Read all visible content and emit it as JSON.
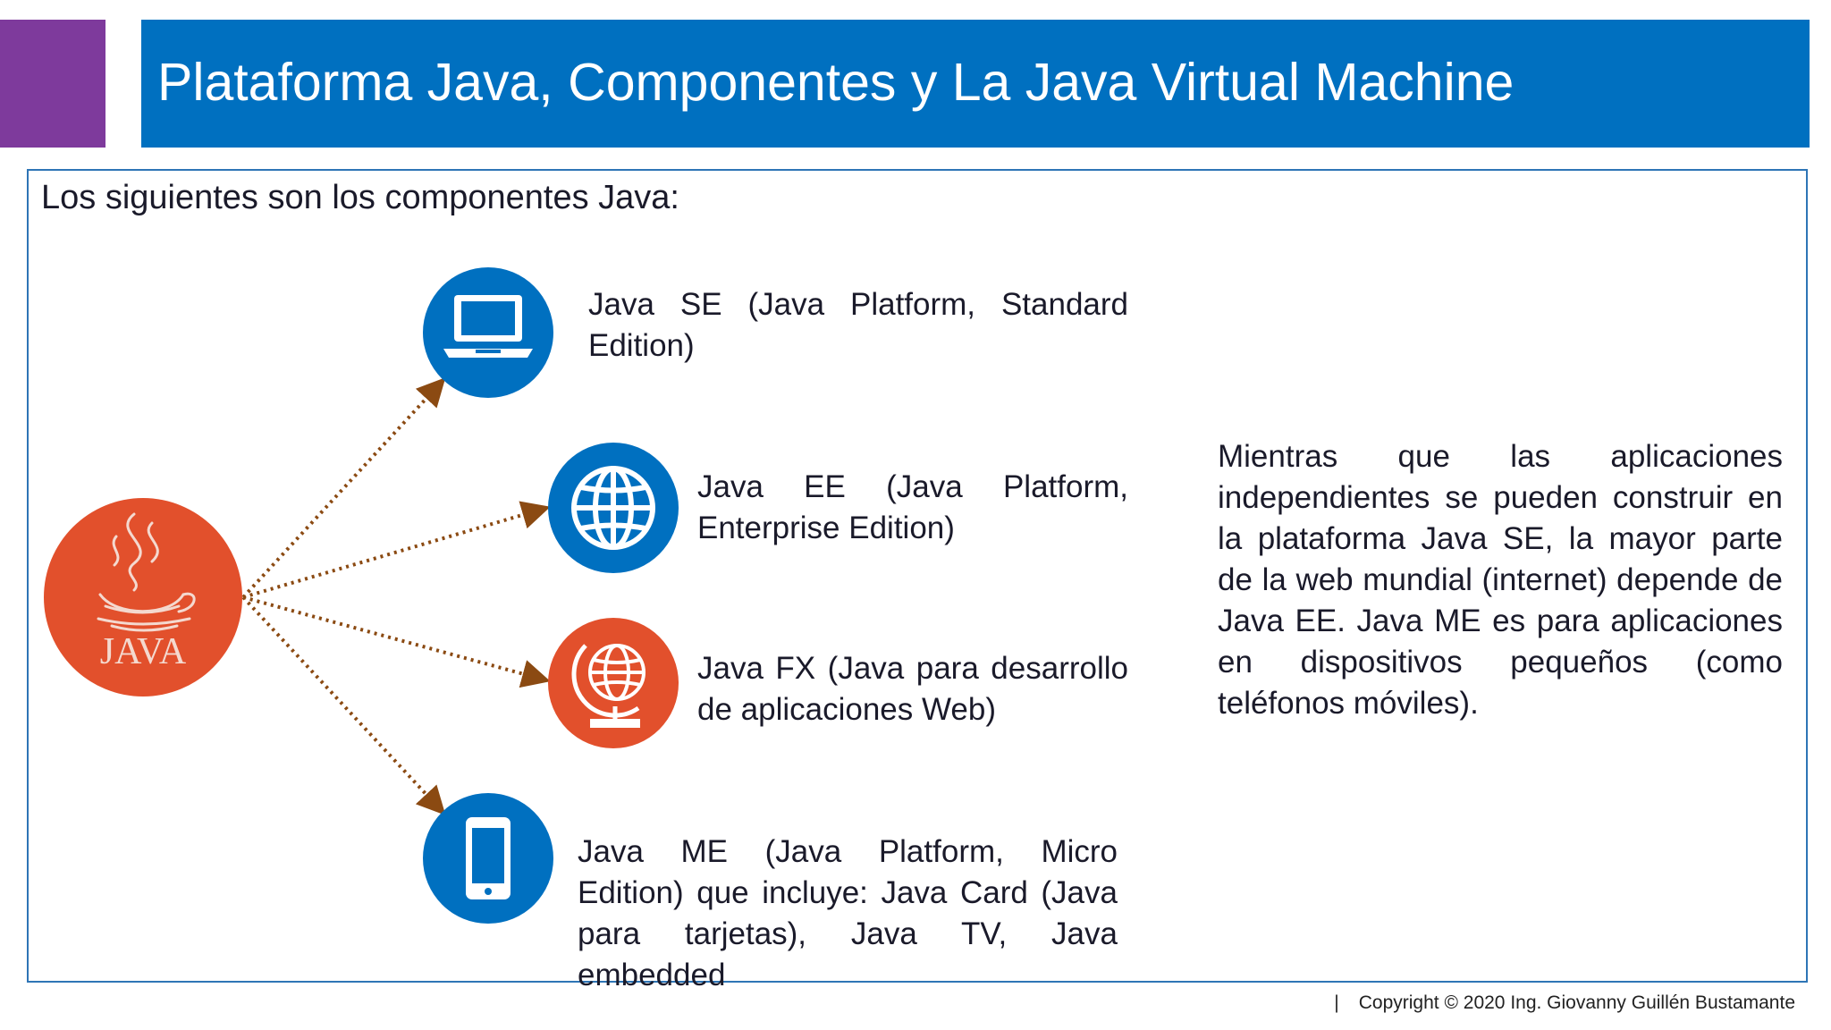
{
  "slide": {
    "title": "Plataforma Java, Componentes y La Java Virtual Machine",
    "intro": "Los siguientes son los componentes Java:",
    "java_logo_text": "JAVA",
    "components": [
      {
        "label": "Java SE (Java Platform, Standard Edition)",
        "icon": "laptop-icon",
        "color": "#0070C0"
      },
      {
        "label": "Java EE (Java Platform, Enterprise Edition)",
        "icon": "globe-grid-icon",
        "color": "#0070C0"
      },
      {
        "label": "Java FX (Java para desarrollo de aplicaciones Web)",
        "icon": "desk-globe-icon",
        "color": "#E2502C"
      },
      {
        "label": "Java ME (Java Platform, Micro Edition) que incluye: Java Card (Java para tarjetas), Java TV, Java embedded",
        "icon": "smartphone-icon",
        "color": "#0070C0"
      }
    ],
    "side_paragraph": "Mientras que las aplicaciones independientes se pueden construir en la plataforma Java SE, la mayor parte de la web mundial (internet) depende de Java EE. Java ME es para aplicaciones en dispositivos pequeños (como teléfonos móviles).",
    "footer_separator": "|",
    "footer": "Copyright © 2020 Ing. Giovanny Guillén Bustamante"
  },
  "colors": {
    "accent_purple": "#7E3A9C",
    "title_blue": "#0070C0",
    "java_orange": "#E2502C",
    "arrow_brown": "#8B4A12"
  }
}
